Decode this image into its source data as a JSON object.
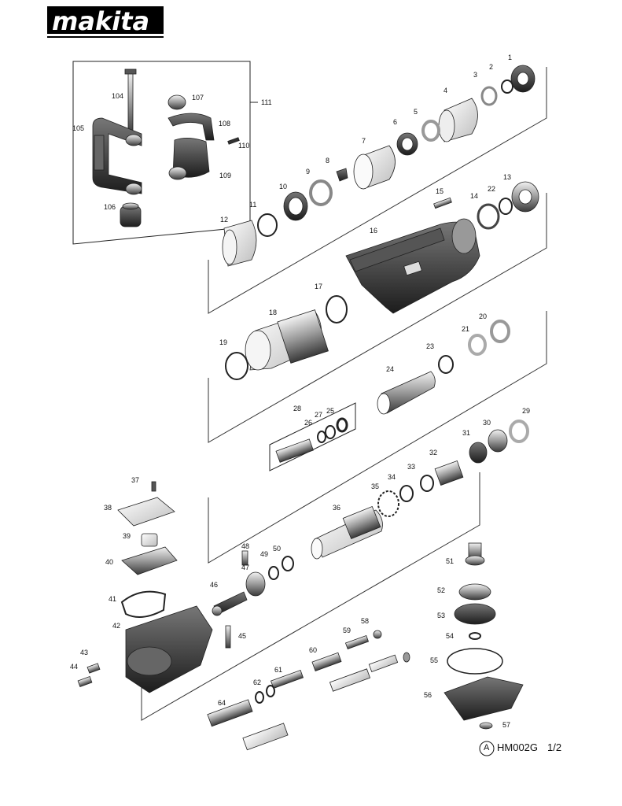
{
  "brand": {
    "logo_text": "makita",
    "registered_mark": "®",
    "color": "#000000"
  },
  "footer": {
    "circle_label": "A",
    "model": "HM002G",
    "page": "1/2"
  },
  "kit_group_label": "111",
  "parts": [
    {
      "n": "1"
    },
    {
      "n": "2"
    },
    {
      "n": "3"
    },
    {
      "n": "4"
    },
    {
      "n": "5"
    },
    {
      "n": "6"
    },
    {
      "n": "7"
    },
    {
      "n": "8"
    },
    {
      "n": "9"
    },
    {
      "n": "10"
    },
    {
      "n": "11"
    },
    {
      "n": "12"
    },
    {
      "n": "13"
    },
    {
      "n": "14"
    },
    {
      "n": "15"
    },
    {
      "n": "16"
    },
    {
      "n": "17"
    },
    {
      "n": "18"
    },
    {
      "n": "19"
    },
    {
      "n": "20"
    },
    {
      "n": "21"
    },
    {
      "n": "22"
    },
    {
      "n": "23"
    },
    {
      "n": "24"
    },
    {
      "n": "25"
    },
    {
      "n": "26"
    },
    {
      "n": "27"
    },
    {
      "n": "28"
    },
    {
      "n": "29"
    },
    {
      "n": "30"
    },
    {
      "n": "31"
    },
    {
      "n": "32"
    },
    {
      "n": "33"
    },
    {
      "n": "34"
    },
    {
      "n": "35"
    },
    {
      "n": "36"
    },
    {
      "n": "37"
    },
    {
      "n": "38"
    },
    {
      "n": "39"
    },
    {
      "n": "40"
    },
    {
      "n": "41"
    },
    {
      "n": "42"
    },
    {
      "n": "43"
    },
    {
      "n": "44"
    },
    {
      "n": "45"
    },
    {
      "n": "46"
    },
    {
      "n": "47"
    },
    {
      "n": "48"
    },
    {
      "n": "49"
    },
    {
      "n": "50"
    },
    {
      "n": "51"
    },
    {
      "n": "52"
    },
    {
      "n": "53"
    },
    {
      "n": "54"
    },
    {
      "n": "55"
    },
    {
      "n": "56"
    },
    {
      "n": "57"
    },
    {
      "n": "58"
    },
    {
      "n": "59"
    },
    {
      "n": "60"
    },
    {
      "n": "61"
    },
    {
      "n": "62"
    },
    {
      "n": "64"
    },
    {
      "n": "104"
    },
    {
      "n": "105"
    },
    {
      "n": "106"
    },
    {
      "n": "107"
    },
    {
      "n": "108"
    },
    {
      "n": "109"
    },
    {
      "n": "110"
    }
  ]
}
